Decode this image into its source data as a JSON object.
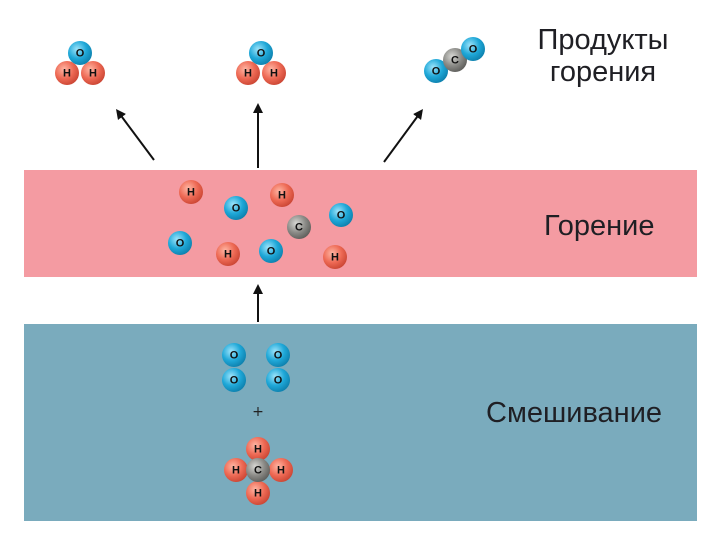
{
  "colors": {
    "combustion_band": "#f49ba2",
    "mixing_band": "#7aabbd",
    "hydrogen": "#ee6a55",
    "oxygen": "#1fa8d8",
    "carbon": "#8c8c88",
    "arrow": "#111111"
  },
  "labels": {
    "products_line1": "Продукты",
    "products_line2": "горения",
    "combustion": "Горение",
    "mixing": "Смешивание"
  },
  "atom_letters": {
    "H": "H",
    "O": "O",
    "C": "C"
  },
  "plus_sign": "+",
  "stages": [
    {
      "name": "products",
      "molecules": [
        {
          "formula": "H2O",
          "atoms": [
            "O",
            "H",
            "H"
          ]
        },
        {
          "formula": "H2O",
          "atoms": [
            "O",
            "H",
            "H"
          ]
        },
        {
          "formula": "CO2",
          "atoms": [
            "O",
            "C",
            "O"
          ]
        }
      ]
    },
    {
      "name": "combustion",
      "free_atoms": [
        "H",
        "O",
        "H",
        "C",
        "O",
        "O",
        "H",
        "O",
        "H"
      ]
    },
    {
      "name": "mixing",
      "molecules": [
        {
          "formula": "O2",
          "atoms": [
            "O",
            "O"
          ]
        },
        {
          "formula": "O2",
          "atoms": [
            "O",
            "O"
          ]
        },
        {
          "formula": "CH4",
          "atoms": [
            "C",
            "H",
            "H",
            "H",
            "H"
          ]
        }
      ]
    }
  ]
}
